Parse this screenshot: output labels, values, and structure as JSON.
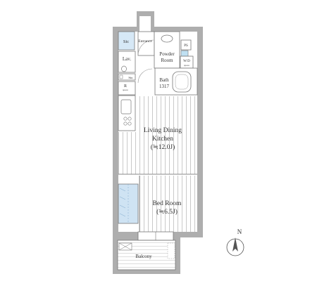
{
  "rooms": {
    "sic": "Sic",
    "entrance": "Entrance",
    "powder_room_line1": "Powder",
    "powder_room_line2": "Room",
    "ps": "PS",
    "wd_line1": "W/D",
    "wd_line2": "space",
    "lav": "Lav.",
    "sto": "Sto.",
    "refrigerator_line1": "R",
    "refrigerator_line2": "space",
    "bath_line1": "Bath",
    "bath_line2": "1317",
    "ldk_line1": "Living Dining",
    "ldk_line2": "Kitchen",
    "ldk_area": "(≒12.0J)",
    "bedroom_line1": "Bed Room",
    "bedroom_area": "(≒6.5J)",
    "balcony": "Balcony"
  },
  "compass": {
    "label": "N"
  },
  "colors": {
    "wall": "#aeaeae",
    "floor_lines": "#c9c9c9",
    "closet": "#cfe3f3",
    "sic_fill": "#d6e8f6",
    "ps_fill": "#bfe0f2",
    "text": "#333333"
  }
}
